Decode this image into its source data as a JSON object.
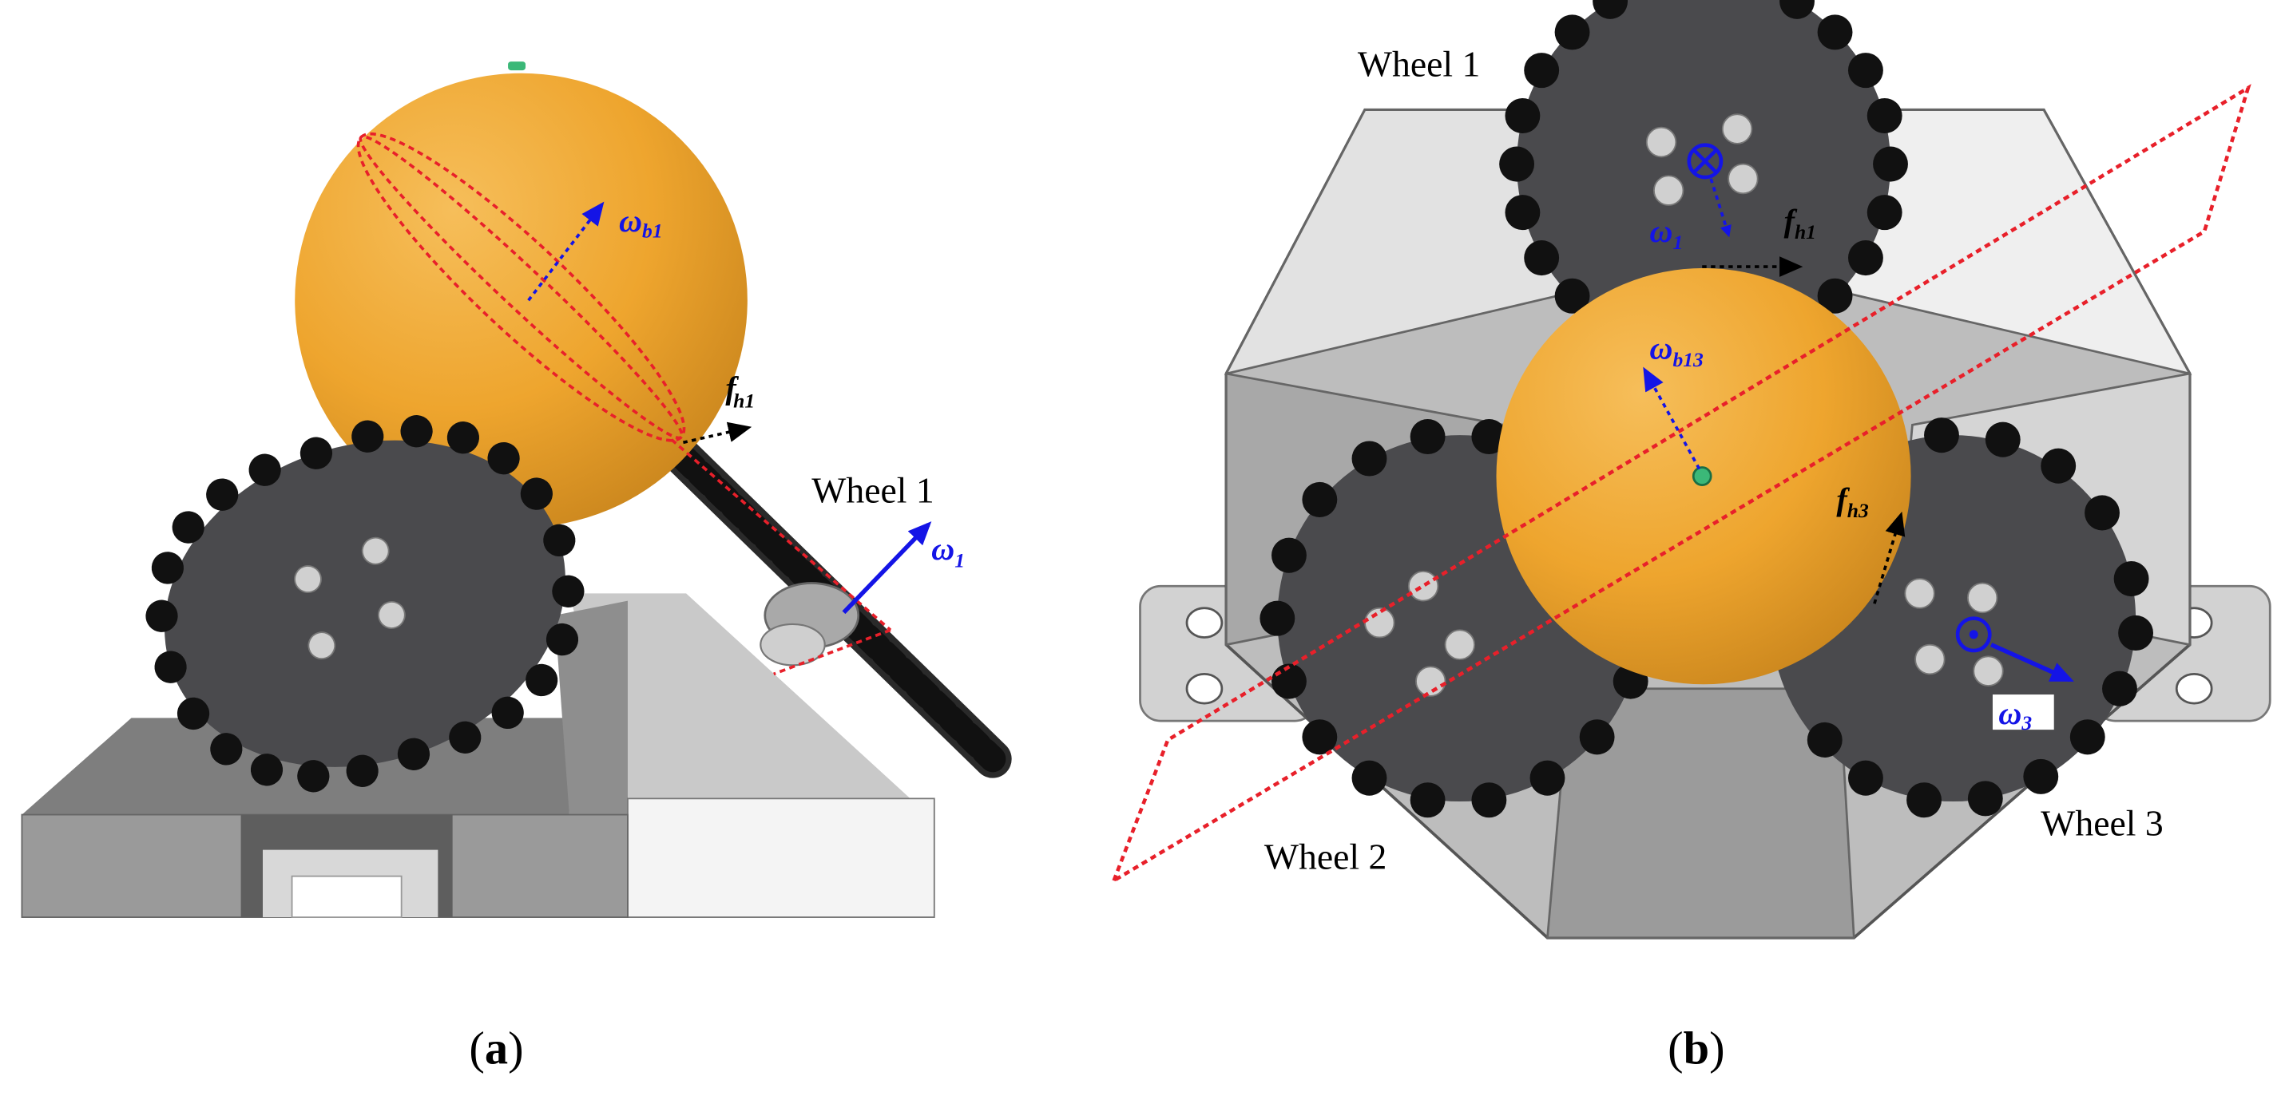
{
  "panel_a": {
    "caption_open": "(",
    "caption_letter": "a",
    "caption_close": ")",
    "wheel_label": "Wheel 1",
    "omega_b_main": "ω",
    "omega_b_sub": "b1",
    "force_main": "f",
    "force_sub": "h1",
    "omega_main": "ω",
    "omega_sub": "1"
  },
  "panel_b": {
    "caption_open": "(",
    "caption_letter": "b",
    "caption_close": ")",
    "wheel1_label": "Wheel 1",
    "wheel2_label": "Wheel 2",
    "wheel3_label": "Wheel 3",
    "omega1_main": "ω",
    "omega1_sub": "1",
    "force1_main": "f",
    "force1_sub": "h1",
    "omega_b_main": "ω",
    "omega_b_sub": "b13",
    "force3_main": "f",
    "force3_sub": "h3",
    "omega3_main": "ω",
    "omega3_sub": "3"
  },
  "colors": {
    "ball": "#F0A533",
    "wheel": "#4A4A4D",
    "roller": "#111111",
    "frame": "#B9B9B9",
    "dashed_plane": "#E8202A",
    "rotation_arrow": "#1414E6",
    "force_arrow": "#000000"
  },
  "icons": {
    "into_page": "circle-cross-icon",
    "out_of_page": "circle-dot-icon"
  }
}
